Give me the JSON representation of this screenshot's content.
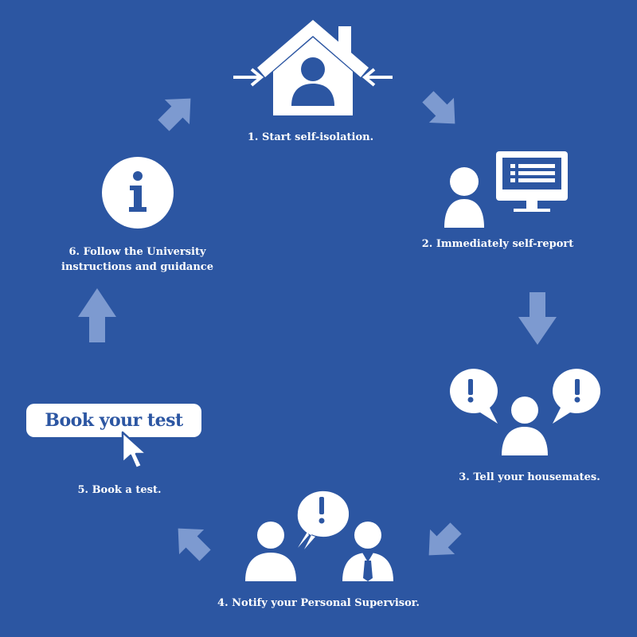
{
  "colors": {
    "background": "#2c56a2",
    "foreground": "#ffffff",
    "arrow": "#7d9ad0"
  },
  "steps": [
    {
      "label": "1.  Start self-isolation.",
      "icon": "house-icon"
    },
    {
      "label": "2. Immediately self-report",
      "icon": "person-computer-icon"
    },
    {
      "label": "3. Tell your housemates.",
      "icon": "person-speech-bubbles-icon"
    },
    {
      "label": "4. Notify your Personal Supervisor.",
      "icon": "two-people-speech-icon"
    },
    {
      "label": "5. Book a test.",
      "icon": "cursor-icon"
    },
    {
      "line1": "6. Follow the University",
      "line2": "instructions and guidance",
      "icon": "info-icon"
    }
  ],
  "book_button": {
    "label": "Book your test"
  }
}
